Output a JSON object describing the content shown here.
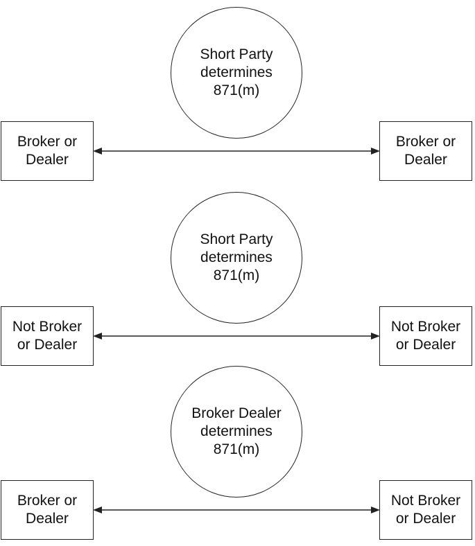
{
  "panels": [
    {
      "circle": "Short Party\ndetermines\n871(m)",
      "left_box": "Broker or\nDealer",
      "right_box": "Broker or\nDealer"
    },
    {
      "circle": "Short Party\ndetermines\n871(m)",
      "left_box": "Not Broker\nor Dealer",
      "right_box": "Not Broker\nor Dealer"
    },
    {
      "circle": "Broker Dealer\ndetermines\n871(m)",
      "left_box": "Broker or\nDealer",
      "right_box": "Not Broker\nor Dealer"
    }
  ]
}
